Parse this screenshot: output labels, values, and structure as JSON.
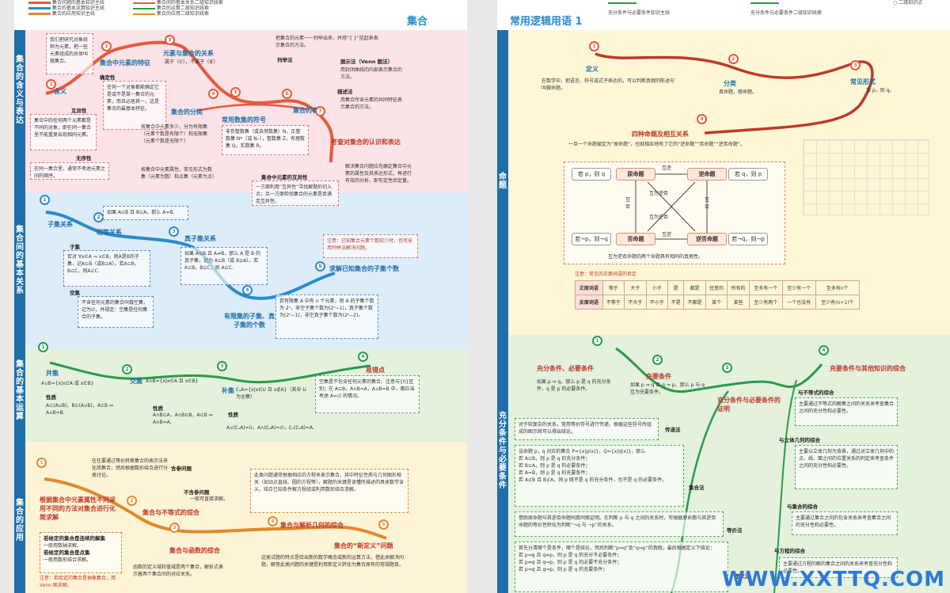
{
  "left": {
    "title": "集合",
    "legend": {
      "main": "集合问题的基本知识主线",
      "sub1": "集合间的基本关系二级知识线索",
      "basic": "集合的基本运算知识主线",
      "sub2": "集合的运算二级知识线索",
      "apply": "集合的应用知识主线",
      "sub3": "集合的应用二级知识线索"
    },
    "sections": {
      "s1": "集合的含义与表达",
      "s2": "集合间的基本关系",
      "s3": "集合的基本运算",
      "s4": "集合的应用"
    },
    "s1": {
      "intro": "我们把研究对象统称为元素，把一些元素组成的总体叫做集合。",
      "n1": "含义",
      "n2": "集合中元素的特征",
      "n3": "元素与集合的关系",
      "n3_desc": "属于（∈），不属于（∉）",
      "n4": "集合的分类",
      "n5": "常用数集的符号",
      "n6": "集合的表示",
      "n7": "考查对集合的认识和表达",
      "determinacy": "确定性",
      "determinacy_desc": "任何一个对象都能确定它是或不是某一集合的元素，而且必居其一，这是集合的最基本特征。",
      "distinct": "互异性",
      "distinct_desc": "集合中的任何两个元素都是不同的对象，即在同一集合里不能重复出现相同元素。",
      "unordered": "无序性",
      "unordered_desc": "在同一集合里，通常不考虑元素之间的顺序。",
      "classify_desc": "按集合中元素多少，分为有限集（元素个数是有限个）和无限集（元素个数是无限个）",
      "classify2": "按集合中元素属性，常见形式为数集（元素为数）和点集（元素为点）",
      "numsets": "非负整数集（或自然数集）N，正整数集 N*（或 N₊），整数集 Z，有理数集 Q，实数集 R。",
      "listing": "列举法",
      "listing_desc": "把集合的元素一一列举出来，并用“{ }”括起来表示集合的方法。",
      "venn": "图示法（Venn 图法）",
      "venn_desc": "用封闭曲线的内部表示集合的方法。",
      "describe": "描述法",
      "describe_desc": "用集合所含元素的共同特征表示集合的方法。",
      "distinct2": "集合中元素的互异性",
      "distinct2_desc": "一方面利用“互异性”寻找解题的切入点；另一方面检验集合的元素是否满足互异性。",
      "solve_desc": "解决集合问题应先确定集合中元素的属性及其表达形式，再进行有效的分析，即先定性后定量。"
    },
    "s2": {
      "n1": "子集关系",
      "n2": "相等关系",
      "n2_desc": "如果 A⊆B 且 B⊆A，那么 A=B.",
      "n3": "真子集关系",
      "n4": "有限集的子集、真子集的个数",
      "n5": "求解已知集合的子集个数",
      "subset": "子集",
      "subset_desc": "若对 ∀x∈A ⇒ x∈B，则A是B的子集，记A⊆B（或B⊇A）。若A⊆B，B⊆C，则A⊆C.",
      "proper_desc": "如果 A⊆B 且 A≠B，那么 A 是 B 的真子集，记为 A⊊B（或 B⊋A）。若 A⊊B，B⊊C，则 A⊊C.",
      "empty": "空集",
      "empty_desc": "不含任何元素的集合叫做空集，记为∅，并规定：空集是任何集合的子集。",
      "count_desc": "若有限集 A 中有 n 个元素，则 A 的子集个数为 2ⁿ，非空子集个数为(2ⁿ−1)，真子集个数为(2ⁿ−1)，非空真子集个数为(2ⁿ−2)。",
      "note": "注意：已知集合元素个数较少时，也可采用列举法解决问题。"
    },
    "s3": {
      "n1": "并集",
      "n1_def": "A∪B={x|x∈A 或 x∈B}",
      "n2": "交集",
      "n2_def": "A∩B={x|x∈A 且 x∈B}",
      "n3": "补集",
      "n3_def": "∁ᵤA={x|x∈U 且 x∉A}（其中 U 为全集）",
      "n4": "易错点",
      "n4_desc": "空集是不包含任何元素的集合，注意与{0}区别；在 A⊆B，A∩B=A，A∪B=B 中，都应当考虑 A=∅ 的情况。",
      "prop": "性质",
      "union_prop": "A⊆(A∪B)，B⊆(A∪B)，A⊆B ⇔ A∪B=B.",
      "inter_prop": "A∩B⊆A，A∩B⊆B，A⊆B ⇔ A∩B=A.",
      "comp_prop": "A∪(∁ᵤA)=U，A∩(∁ᵤA)=∅，∁ᵤ(∁ᵤA)=A."
    },
    "s4": {
      "n1": "根据集合中元素属性不同采用不同的方法对集合进行化简求解",
      "n2": "集合与不等式的综合",
      "n3": "集合与函数的综合",
      "n4": "集合与解析几何的综合",
      "n5": "集合的“新定义”问题",
      "note1": "往往要通过等价转换集合的表示法来化简集合，然后根据数形结合进行分类讨论。",
      "hanpt": "含参问题",
      "noparam": "不含参问题",
      "noparam_desc": "一般可直接求解。",
      "geo_desc": "此类问题通常根据相应的方程来表示集合，其中特征性质与几何图形相关（如动点直线、圆的方程等），解题的关键是读懂所描述的具体数学含义，结合已知条件解方程组或利用数形结合求解。",
      "cont": "若给定的集合是连续的解集",
      "cont_desc": "一般用数轴求解。",
      "disc": "若给定的集合是点集",
      "disc_desc": "一般用数形结合求解。",
      "note2": "注意：若给定的集合是抽象集合，用 Venn 图求解。",
      "func_desc": "函数的定义域和值域是两个集合，解析式表示着两个集合间的对应关系。",
      "new_desc": "这类试题的特点是给出新的数学概念或新的运算方法，借此来解决问题，解答此类问题的关键是利用新定义转化为集合原有的常规题目。"
    }
  },
  "right": {
    "title": "常用逻辑用语 1",
    "legend": {
      "a": "充分条件与必要条件知识主线",
      "b": "充分条件与必要条件二级知识线索",
      "c": "二级知识点"
    },
    "sections": {
      "s1": "命题",
      "s2": "充分条件与必要条件"
    },
    "s1": {
      "n1": "定义",
      "n1_desc": "在数学中，把语言、符号或式子表达的，可以判断真假的陈述句叫做命题。",
      "n2": "分类",
      "n2_desc": "真命题，假命题。",
      "n3": "常见形式",
      "n3_desc": "若 p，则 q。",
      "n4": "四种命题及相互关系",
      "n4_desc": "一旦一个命题被定为“原命题”，也就相应地有了它的“逆命题”“否命题”“逆否命题”。",
      "orig": "原命题",
      "conv": "逆命题",
      "inv": "否命题",
      "contra": "逆否命题",
      "f1": "若 p，则 q",
      "f2": "若 q，则 p",
      "f3": "若¬p，则¬q",
      "f4": "若¬q，则¬p",
      "mutual_conv": "互逆",
      "mutual_neg": "互否",
      "contra_rel": "互为逆否",
      "equiv_note": "互为逆否命题的两个命题具有相同的真假性。",
      "table_note": "注意：常见的正面词语的否定",
      "row1_head": "正面词语",
      "row2_head": "反面词语",
      "row1": [
        "等于",
        "大于",
        "小于",
        "是",
        "都是",
        "任意的",
        "所有的",
        "至多有一个",
        "至少有一个",
        "至多有n个"
      ],
      "row2": [
        "不等于",
        "不大于",
        "不小于",
        "不是",
        "不都是",
        "某个",
        "某些",
        "至少有两个",
        "一个也没有",
        "至少有(n+1)个"
      ]
    },
    "s2": {
      "n1": "充分条件、必要条件",
      "n1_desc": "如果 p ⇒ q，那么 p 是 q 的充分条件，q 是 p 的必要条件。",
      "n2": "充要条件",
      "n2_desc": "如果 p ⇒ q 且 q ⇒ p，那么 p 与 q 互为充要条件。",
      "n3": "充分条件与必要条件的证明",
      "n4": "充要条件与其他知识的综合",
      "trans": "传递法",
      "trans_desc": "对于较复杂的关系，常用等价符号进行传递，根据这些符号所组成的图示就可以得出结论。",
      "set": "集合法",
      "set_desc": "设命题 p，q 对应的集合 P={x|p(x)}，Q={x|q(x)}，那么",
      "set_items": [
        "若 A⊆B，则 p 是 q 的充分条件；",
        "若 B⊆A，则 p 是 q 的必要条件；",
        "若 A=B，则 p 是 q 的充要条件；",
        "若 A⊄B 且 B⊄A，则 p 既不是 q 的充分条件，也不是 q 的必要条件。"
      ],
      "equiv": "等价法",
      "equiv_desc": "借助原命题与其逆否命题同真同假证明。在判断 p 与 q 之间的关系时，可根据原命题与其逆否命题的等价性转化为判断“¬q 与 ¬p”的关系。",
      "defn": "定义法",
      "defn_desc": "首先分清哪个是条件，哪个是结论，然后判断“p⇒q”及“q⇒p”的真假，最后根据定义下结论：",
      "defn_items": [
        "若 p⇒q 且 q⇏p，则 p 是 q 的充分不必要条件；",
        "若 p⇏q 且 q⇒p，则 p 是 q 的必要不充分条件；",
        "若 p⇒q 且 q⇒p，则 p 是 q 的充要条件；"
      ],
      "k1": "与不等式的综合",
      "k1_desc": "主要通过不等式的解集之间的关系来考查集合之间的充分性和必要性。",
      "k2": "与立体几何的综合",
      "k2_desc": "主要以立体几何为背景，通过对立体几何中的点、线、面之间的位置关系的判定来考查条件之间的充分性和必要性。",
      "k3": "与集合的综合",
      "k3_desc": "主要通过集合之间的包含关系来考查集合之间的充分性和必要性。",
      "k4": "与方程的综合",
      "k4_desc": "主要通过方程的解的集合之间的关系来考查充分性和必要性。"
    },
    "watermark": "WWW.XXTTQ.COM"
  }
}
